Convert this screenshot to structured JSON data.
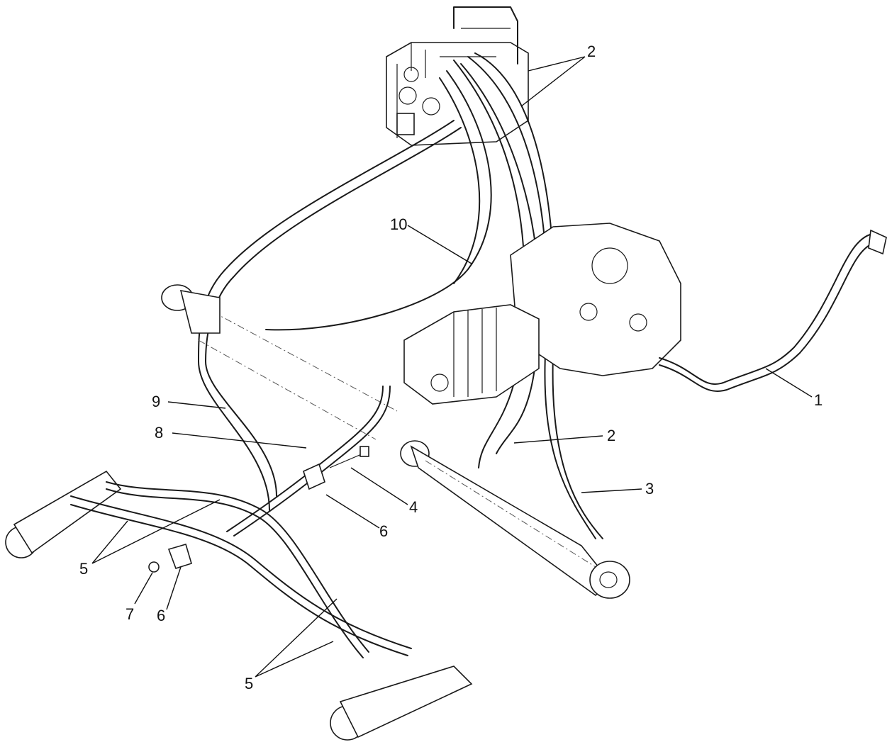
{
  "callouts": [
    {
      "id": "c1",
      "text": "1"
    },
    {
      "id": "c2a",
      "text": "2"
    },
    {
      "id": "c2b",
      "text": "2"
    },
    {
      "id": "c3",
      "text": "3"
    },
    {
      "id": "c4",
      "text": "4"
    },
    {
      "id": "c5a",
      "text": "5"
    },
    {
      "id": "c5b",
      "text": "5"
    },
    {
      "id": "c6a",
      "text": "6"
    },
    {
      "id": "c6b",
      "text": "6"
    },
    {
      "id": "c7",
      "text": "7"
    },
    {
      "id": "c8",
      "text": "8"
    },
    {
      "id": "c9",
      "text": "9"
    },
    {
      "id": "c10",
      "text": "10"
    }
  ],
  "colors": {
    "line": "#1a1a1a",
    "background": "#ffffff"
  }
}
